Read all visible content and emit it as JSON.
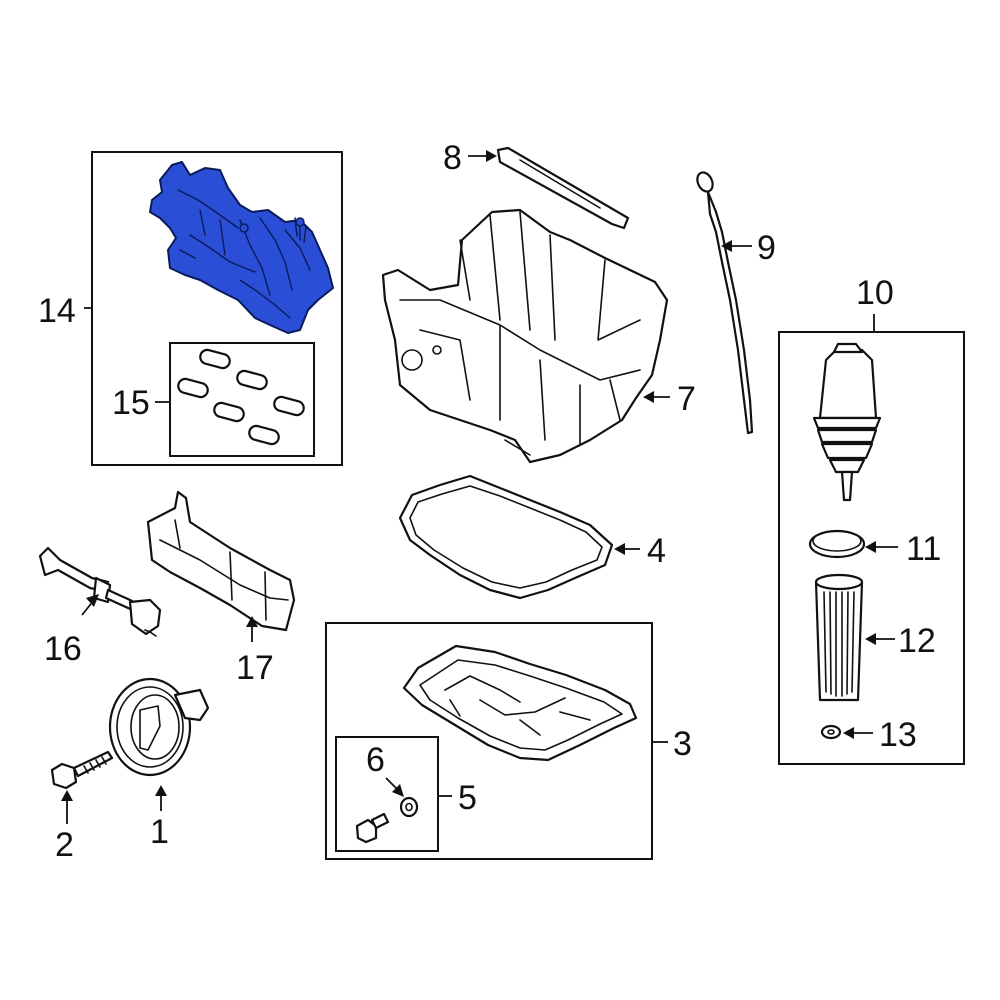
{
  "callouts": {
    "c1": "1",
    "c2": "2",
    "c3": "3",
    "c4": "4",
    "c5": "5",
    "c6": "6",
    "c7": "7",
    "c8": "8",
    "c9": "9",
    "c10": "10",
    "c11": "11",
    "c12": "12",
    "c13": "13",
    "c14": "14",
    "c15": "15",
    "c16": "16",
    "c17": "17"
  },
  "colors": {
    "highlight": "#2a4fd6",
    "line": "#111111",
    "background": "#ffffff"
  },
  "highlighted_part": "14"
}
